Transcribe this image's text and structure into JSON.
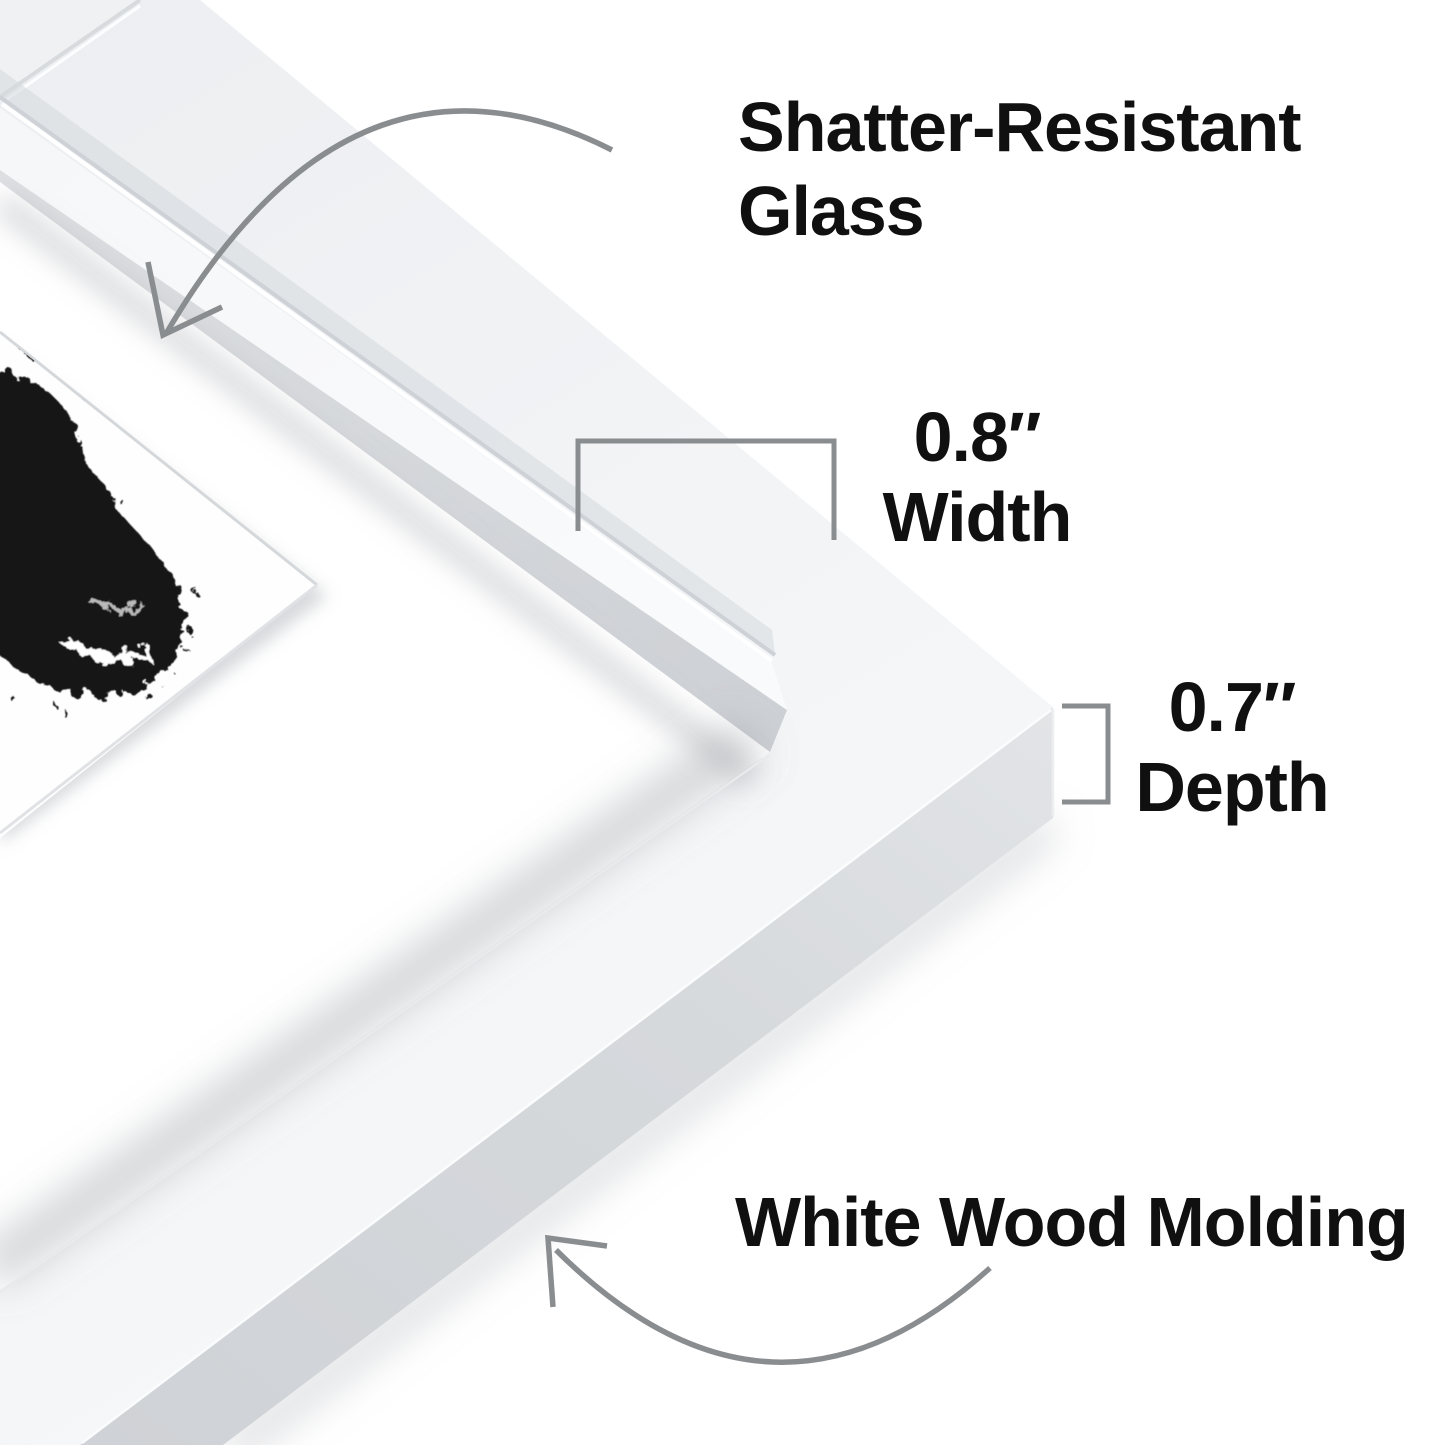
{
  "annotations": {
    "glass": {
      "line1": "Shatter-Resistant",
      "line2": "Glass",
      "icon": "curved-arrow-icon"
    },
    "width": {
      "value": "0.8″",
      "label": "Width",
      "icon": "width-bracket-icon"
    },
    "depth": {
      "value": "0.7″",
      "label": "Depth",
      "icon": "depth-bracket-icon"
    },
    "molding": {
      "label": "White Wood Molding",
      "icon": "curved-arrow-icon"
    }
  },
  "scene": {
    "frame_finish": "white",
    "artwork": "baby-footprint-ink-print"
  },
  "colors": {
    "ink": "#101010",
    "annotation-gray": "#8a8d90",
    "molding-face": "#f1f3f5",
    "molding-side": "#d6d9dc",
    "mat": "#ffffff",
    "footprint": "#161616",
    "background": "#ffffff"
  }
}
